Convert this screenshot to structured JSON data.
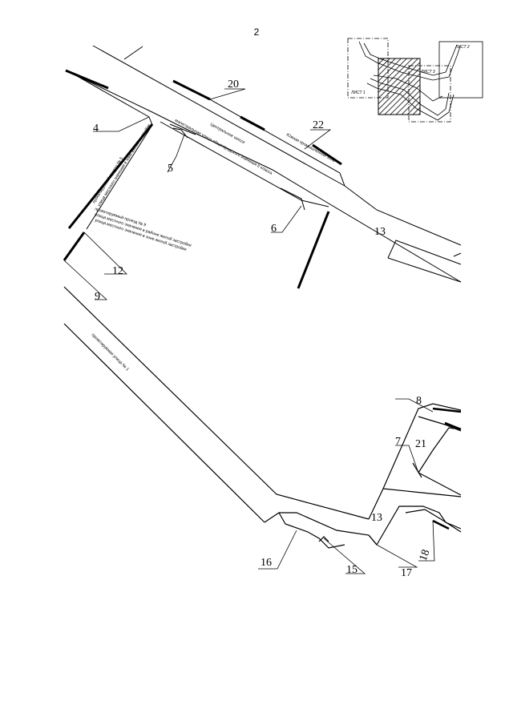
{
  "page": {
    "number": "2"
  },
  "labels": {
    "l4": "4",
    "l5": "5",
    "l6": "6",
    "l7": "7",
    "l8": "8",
    "l9": "9",
    "l12": "12",
    "l13a": "13",
    "l13b": "13",
    "l15": "15",
    "l16": "16",
    "l17": "17",
    "l18": "18",
    "l20": "20",
    "l21": "21",
    "l22": "22"
  },
  "street_texts": {
    "highway_1": "Центральное шоссе",
    "highway_2": "магистральная улица общегородского значения II класса",
    "south_bypass": "Южная промышленная зона",
    "proj_a_1": "проектируемый проезд № 5",
    "proj_a_2": "улица местного значения в зоне жилой застройки",
    "proj_b_1": "проектируемый проезд № 9",
    "proj_b_2": "улица местного значения в районе жилой застройки",
    "proj_b_3": "улица местного значения в зоне жилой застройки",
    "proj_street": "проектируемая улица № 1"
  },
  "inset": {
    "sheet1": "ЛИСТ 1",
    "sheet2": "ЛИСТ 2",
    "sheet3": "ЛИСТ 3"
  }
}
